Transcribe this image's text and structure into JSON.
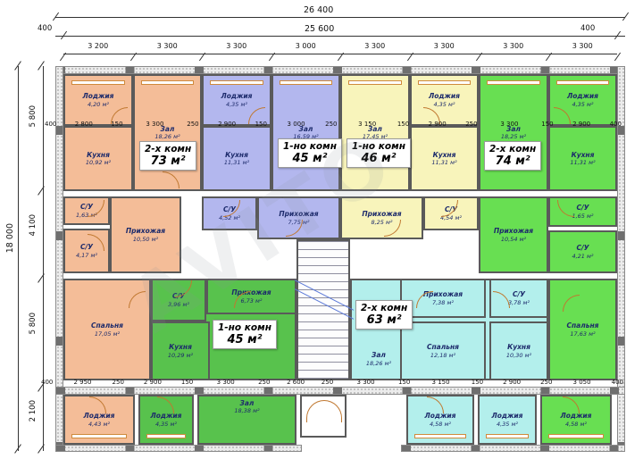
{
  "watermark": "AVITO",
  "dims": {
    "top_total": "26 400",
    "top_inner": "25 600",
    "left_400": "400",
    "right_400": "400",
    "top_segments": [
      "3 200",
      "3 300",
      "3 300",
      "3 000",
      "3 300",
      "3 300",
      "3 300",
      "3 300"
    ],
    "left_total": "18 000",
    "left_segments": [
      "5 800",
      "4 100",
      "5 800",
      "2 100"
    ],
    "row1": [
      "400",
      "2 800",
      "150",
      "3 300",
      "250",
      "2 900",
      "150",
      "3 000",
      "250",
      "3 150",
      "150",
      "2 900",
      "250",
      "3 300",
      "150",
      "2 900",
      "400"
    ],
    "row2": [
      "400",
      "2 950",
      "250",
      "2 900",
      "150",
      "3 300",
      "250",
      "2 600",
      "250",
      "3 300",
      "150",
      "3 150",
      "150",
      "2 900",
      "250",
      "3 050",
      "400"
    ]
  },
  "apartment_labels": [
    {
      "line1": "2-х комн",
      "line2": "73 м²"
    },
    {
      "line1": "1-но комн",
      "line2": "45 м²"
    },
    {
      "line1": "1-но комн",
      "line2": "46 м²"
    },
    {
      "line1": "2-х комн",
      "line2": "74 м²"
    },
    {
      "line1": "1-но комн",
      "line2": "45 м²"
    },
    {
      "line1": "2-х комн",
      "line2": "63 м²"
    }
  ],
  "rooms": [
    {
      "name": "Лоджия",
      "area": "4,20 м²"
    },
    {
      "name": "Зал",
      "area": "18,26 м²"
    },
    {
      "name": "Лоджия",
      "area": "4,35 м²"
    },
    {
      "name": "Зал",
      "area": "16,59 м²"
    },
    {
      "name": "Зал",
      "area": "17,45 м²"
    },
    {
      "name": "Лоджия",
      "area": "4,35 м²"
    },
    {
      "name": "Зал",
      "area": "18,25 м²"
    },
    {
      "name": "Лоджия",
      "area": "4,35 м²"
    },
    {
      "name": "Кухня",
      "area": "10,92 м²"
    },
    {
      "name": "Кухня",
      "area": "11,31 м²"
    },
    {
      "name": "Кухня",
      "area": "11,31 м²"
    },
    {
      "name": "Кухня",
      "area": "11,31 м²"
    },
    {
      "name": "С/У",
      "area": "1,63 м²"
    },
    {
      "name": "С/У",
      "area": "4,17 м²"
    },
    {
      "name": "Прихожая",
      "area": "10,50 м²"
    },
    {
      "name": "С/У",
      "area": "4,52 м²"
    },
    {
      "name": "Прихожая",
      "area": "7,75 м²"
    },
    {
      "name": "Прихожая",
      "area": "8,25 м²"
    },
    {
      "name": "С/У",
      "area": "4,54 м²"
    },
    {
      "name": "Прихожая",
      "area": "10,54 м²"
    },
    {
      "name": "С/У",
      "area": "1,65 м²"
    },
    {
      "name": "С/У",
      "area": "4,21 м²"
    },
    {
      "name": "Спальня",
      "area": "17,05 м²"
    },
    {
      "name": "С/У",
      "area": "3,96 м²"
    },
    {
      "name": "Прихожая",
      "area": "6,73 м²"
    },
    {
      "name": "Кухня",
      "area": "10,29 м²"
    },
    {
      "name": "Прихожая",
      "area": "7,38 м²"
    },
    {
      "name": "С/У",
      "area": "3,78 м²"
    },
    {
      "name": "Зал",
      "area": "18,26 м²"
    },
    {
      "name": "Спальня",
      "area": "12,18 м²"
    },
    {
      "name": "Кухня",
      "area": "10,30 м²"
    },
    {
      "name": "Спальня",
      "area": "17,63 м²"
    },
    {
      "name": "Лоджия",
      "area": "4,43 м²"
    },
    {
      "name": "Лоджия",
      "area": "4,35 м²"
    },
    {
      "name": "Зал",
      "area": "18,38 м²"
    },
    {
      "name": "Лоджия",
      "area": "4,58 м²"
    },
    {
      "name": "Лоджия",
      "area": "4,35 м²"
    },
    {
      "name": "Лоджия",
      "area": "4,58 м²"
    }
  ]
}
